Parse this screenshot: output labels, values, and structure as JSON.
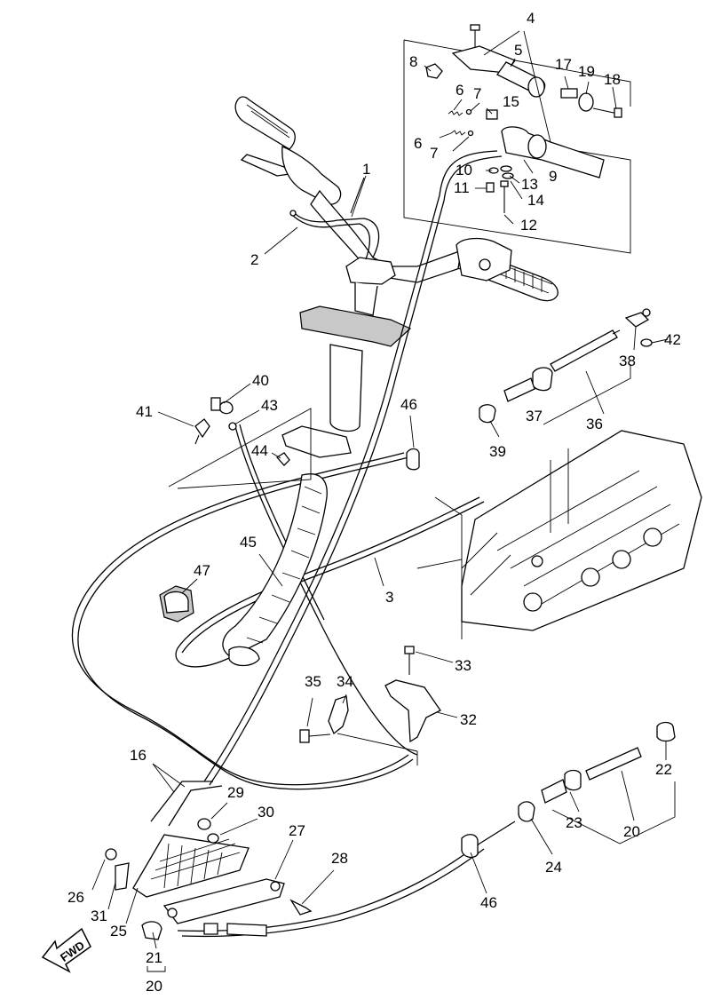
{
  "callouts": [
    "1",
    "2",
    "3",
    "4",
    "5",
    "6",
    "7",
    "8",
    "6",
    "7",
    "10",
    "11",
    "12",
    "13",
    "14",
    "15",
    "9",
    "17",
    "19",
    "18",
    "38",
    "42",
    "36",
    "37",
    "39",
    "46",
    "40",
    "41",
    "43",
    "44",
    "45",
    "47",
    "33",
    "32",
    "35",
    "34",
    "16",
    "29",
    "30",
    "27",
    "28",
    "26",
    "31",
    "25",
    "21",
    "20",
    "46",
    "24",
    "23",
    "20",
    "22"
  ],
  "fwd_label": "FWD"
}
